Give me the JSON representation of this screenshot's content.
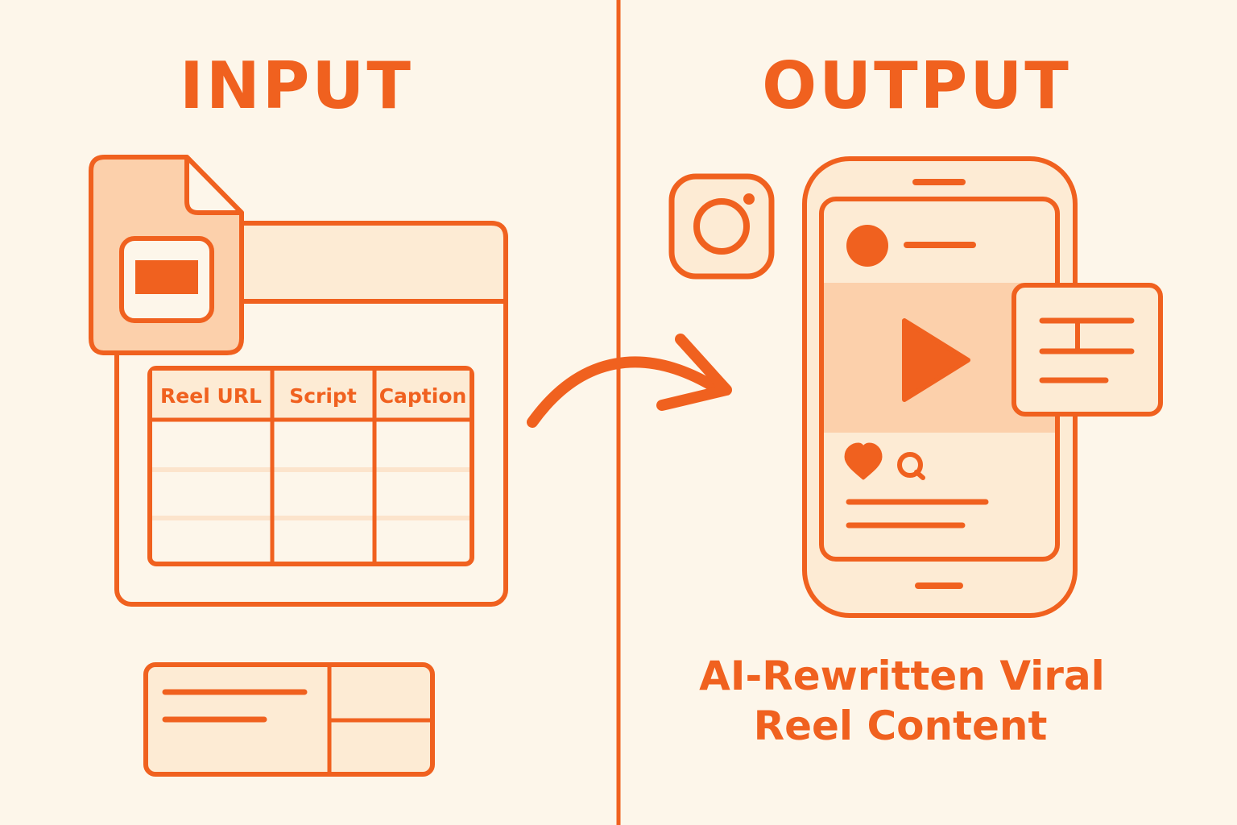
{
  "input_panel": {
    "heading": "INPUT",
    "sheet_columns": [
      "Reel URL",
      "Script",
      "Caption"
    ]
  },
  "output_panel": {
    "heading": "OUTPUT",
    "caption_lines": [
      "AI-Rewritten Viral",
      "Reel Content"
    ]
  },
  "colors": {
    "background": "#fdf6ea",
    "accent": "#f0611f",
    "fill_light": "#fdebd4",
    "fill_medium": "#fcd0ab"
  },
  "icons": {
    "doc": "slides-file-icon",
    "social": "instagram-icon",
    "play": "play-icon",
    "like": "heart-icon",
    "comment": "comment-icon",
    "flow": "curved-arrow-icon"
  }
}
